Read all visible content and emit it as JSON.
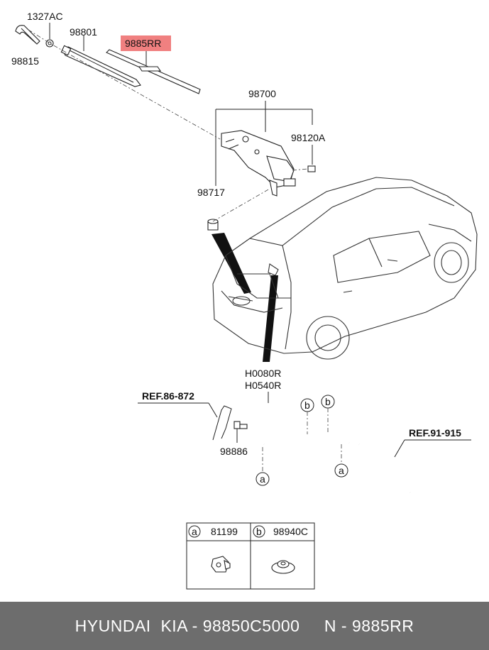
{
  "labels": {
    "p1327ac": "1327AC",
    "p98815": "98815",
    "p98801": "98801",
    "p9885rr": "9885RR",
    "p98700": "98700",
    "p98120a": "98120A",
    "p98717": "98717",
    "h0080r": "H0080R",
    "h0540r": "H0540R",
    "ref86": "REF.86-872",
    "ref91": "REF.91-915",
    "p98886": "98886"
  },
  "callouts": {
    "a": "a",
    "b": "b"
  },
  "legend": {
    "a_key": "a",
    "a_part": "81199",
    "b_key": "b",
    "b_part": "98940C"
  },
  "highlight_color": "#f08080",
  "footer": {
    "text": "HYUNDAI  KIA - 98850C5000     N - 9885RR"
  }
}
